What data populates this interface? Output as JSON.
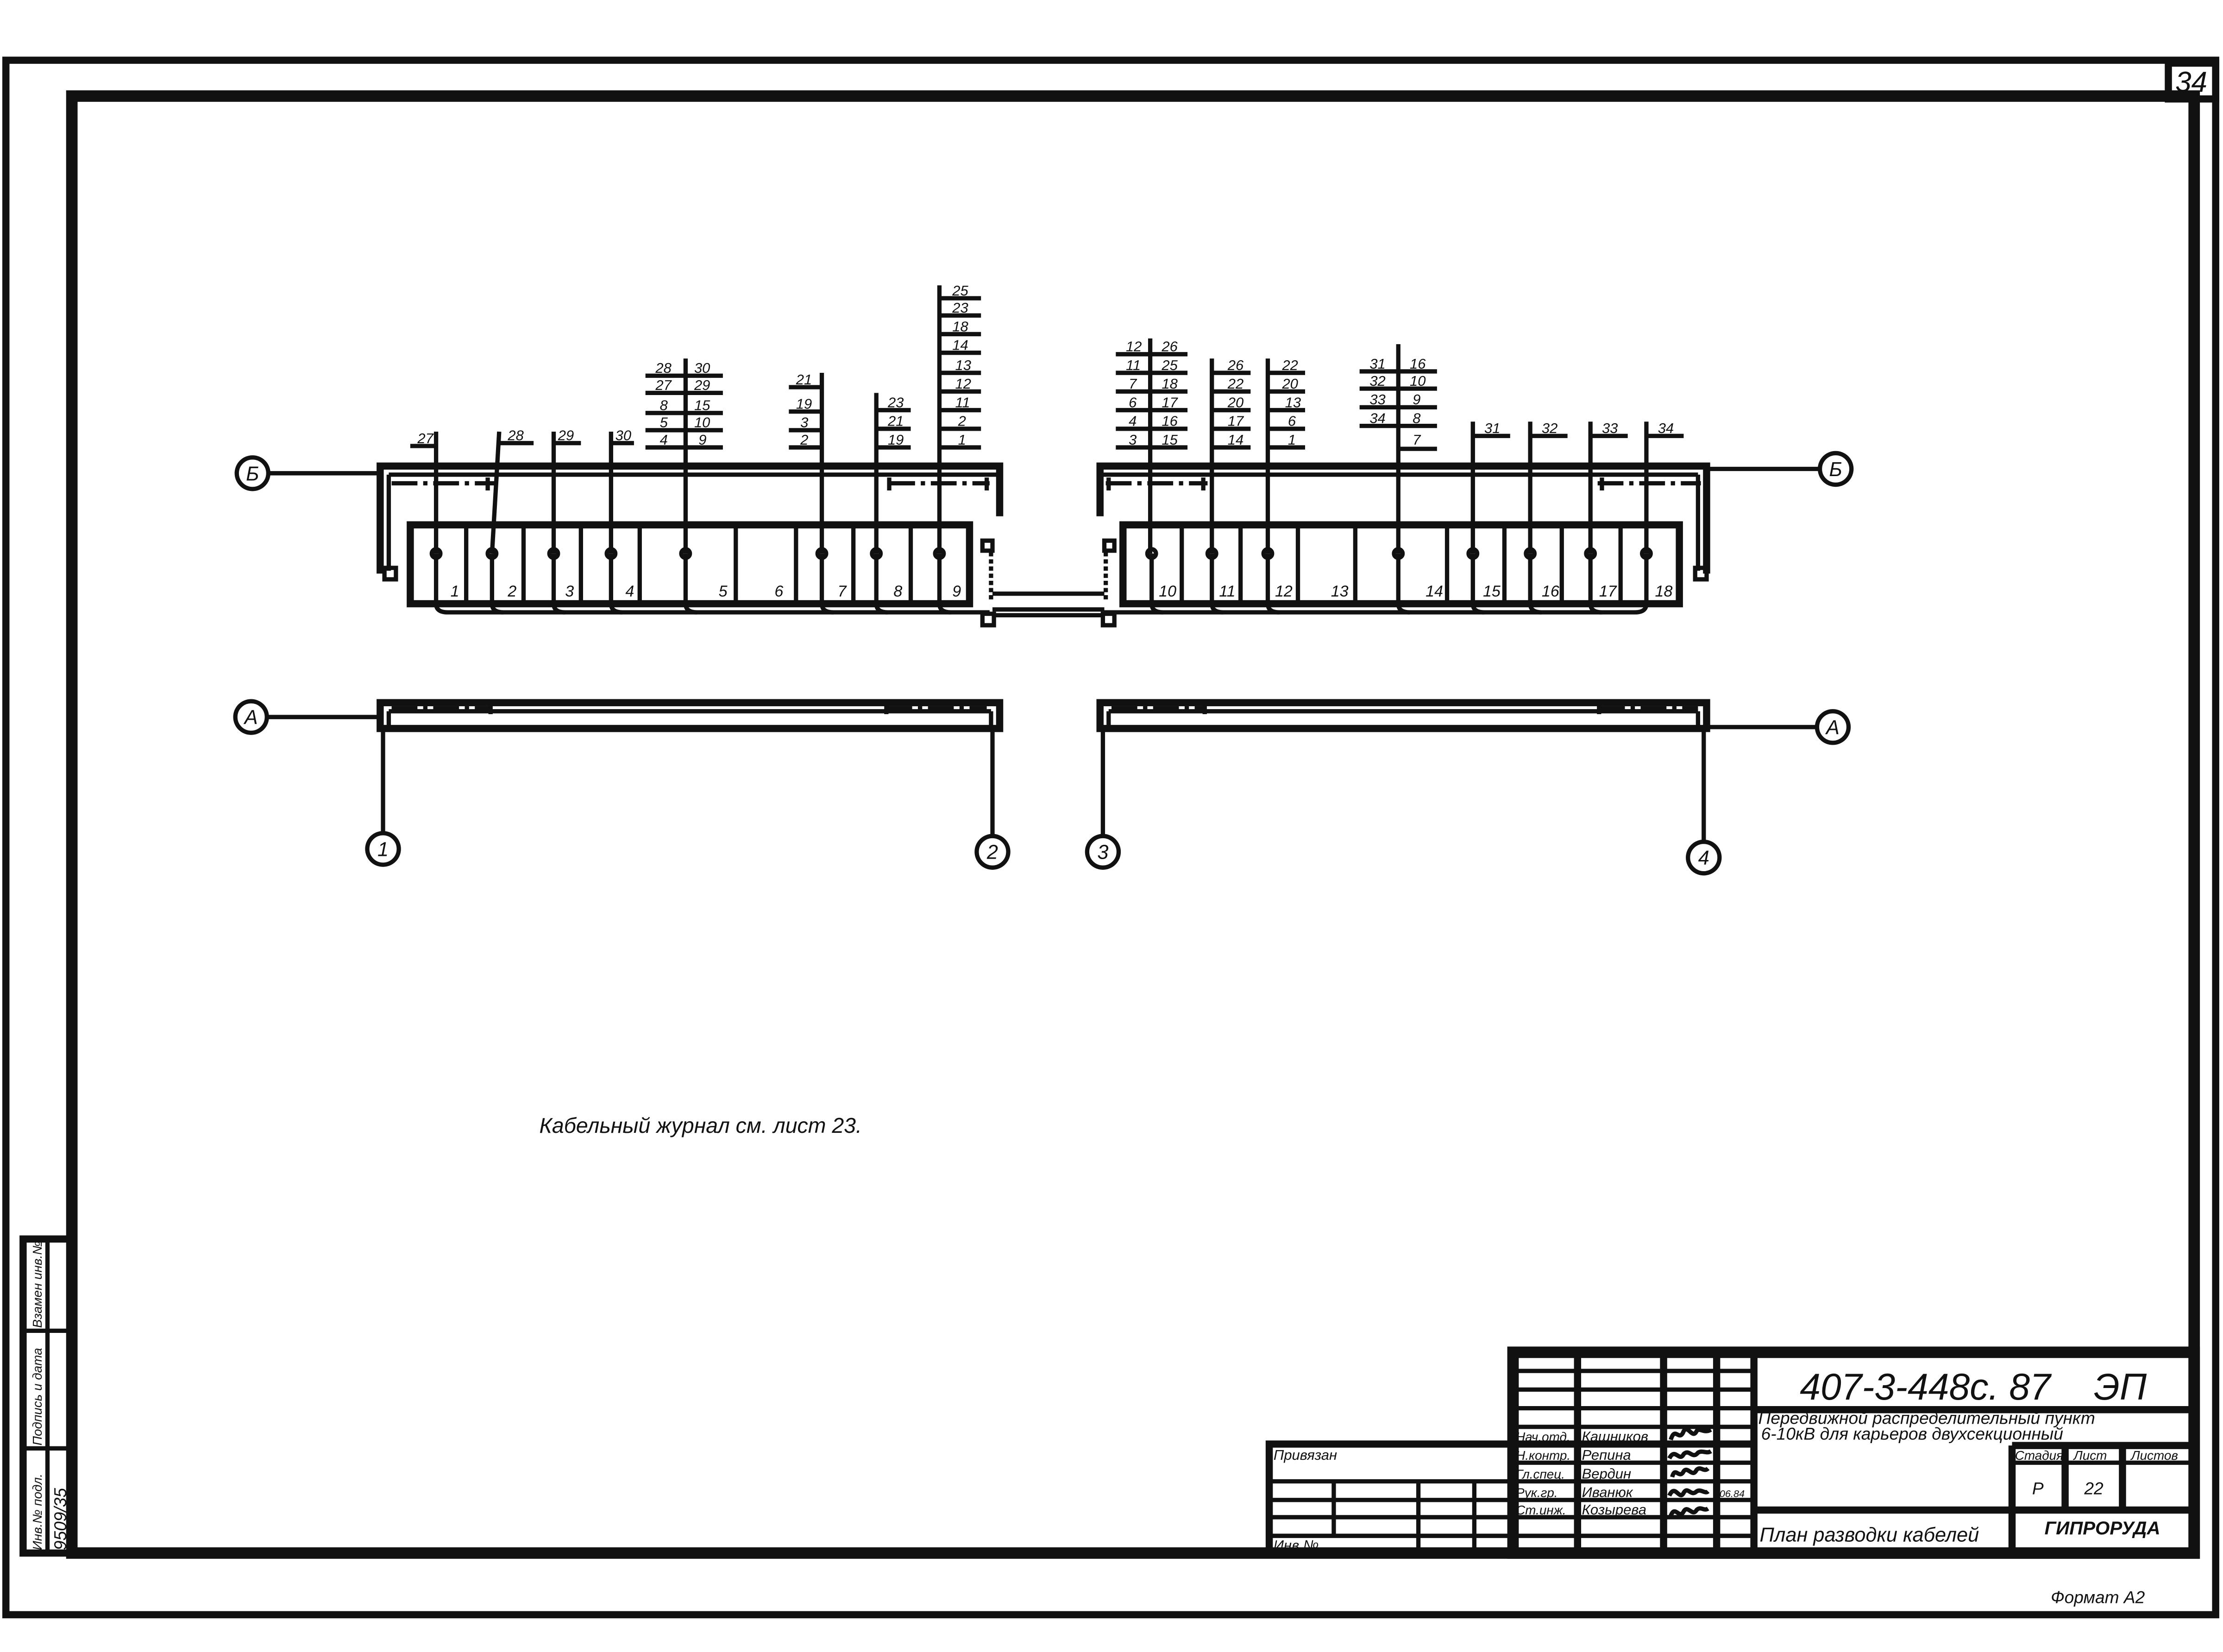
{
  "page_number": "34",
  "axes": {
    "row_top": "Б",
    "row_bottom": "А",
    "columns": [
      "1",
      "2",
      "3",
      "4"
    ]
  },
  "cabinets_left": [
    "1",
    "2",
    "3",
    "4",
    "5",
    "6",
    "7",
    "8",
    "9"
  ],
  "cabinets_right": [
    "10",
    "11",
    "12",
    "13",
    "14",
    "15",
    "16",
    "17",
    "18"
  ],
  "cable_groups": [
    [
      "27"
    ],
    [
      "28"
    ],
    [
      "29"
    ],
    [
      "30"
    ],
    [
      "28",
      "27",
      "8",
      "5",
      "4"
    ],
    [
      "30",
      "29",
      "15",
      "10",
      "9"
    ],
    [
      "21",
      "19",
      "3",
      "2"
    ],
    [
      "23",
      "21",
      "19"
    ],
    [
      "25",
      "23",
      "18",
      "14",
      "13",
      "12",
      "11",
      "2",
      "1"
    ],
    [
      "12",
      "11",
      "7",
      "6",
      "4",
      "3"
    ],
    [
      "26",
      "25",
      "18",
      "17",
      "16",
      "15"
    ],
    [
      "26",
      "22",
      "20",
      "17",
      "14"
    ],
    [
      "22",
      "20",
      "13",
      "6",
      "1"
    ],
    [
      "31",
      "32",
      "33",
      "34"
    ],
    [
      "16",
      "10",
      "9",
      "8",
      "7"
    ],
    [
      "31"
    ],
    [
      "32"
    ],
    [
      "33"
    ],
    [
      "34"
    ]
  ],
  "note": "Кабельный журнал см. лист 23.",
  "title_block": {
    "doc_code": "407-3-448с. 87",
    "doc_suffix": "ЭП",
    "project_name_line1": "Передвижной распределительный пункт",
    "project_name_line2": "6-10кВ для карьеров двухсекционный",
    "sheet_title": "План разводки кабелей",
    "organization": "ГИПРОРУДА",
    "stage_header": "Стадия",
    "sheet_header": "Лист",
    "sheets_header": "Листов",
    "stage_value": "Р",
    "sheet_value": "22",
    "date": "06.84",
    "roles": [
      "Нач.отд.",
      "Н.контр.",
      "Гл.спец.",
      "Рук.гр.",
      "Ст.инж."
    ],
    "names": [
      "Кашников",
      "Репина",
      "Вердин",
      "Иванюк",
      "Козырева"
    ],
    "attached_label": "Привязан",
    "inv_label": "Инв.№"
  },
  "side_stamp": {
    "labels": [
      "Инв.№ подл.",
      "Подпись и дата",
      "Взамен инв.№"
    ],
    "inv_value": "9509/35"
  },
  "format_label": "Формат А2"
}
